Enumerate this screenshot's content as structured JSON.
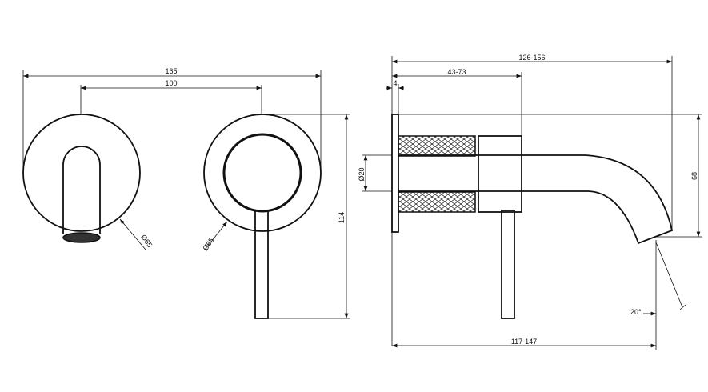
{
  "front_view": {
    "overall_width": "165",
    "centre_distance": "100",
    "spout_plate_diameter": "Ø65",
    "mixer_plate_diameter": "Ø65",
    "height": "114"
  },
  "side_view": {
    "total_projection": "126-156",
    "body_depth": "43-73",
    "plate_thickness": "4",
    "pipe_diameter": "Ø20",
    "spout_height": "68",
    "spout_reach": "117-147",
    "outlet_angle": "20°"
  }
}
